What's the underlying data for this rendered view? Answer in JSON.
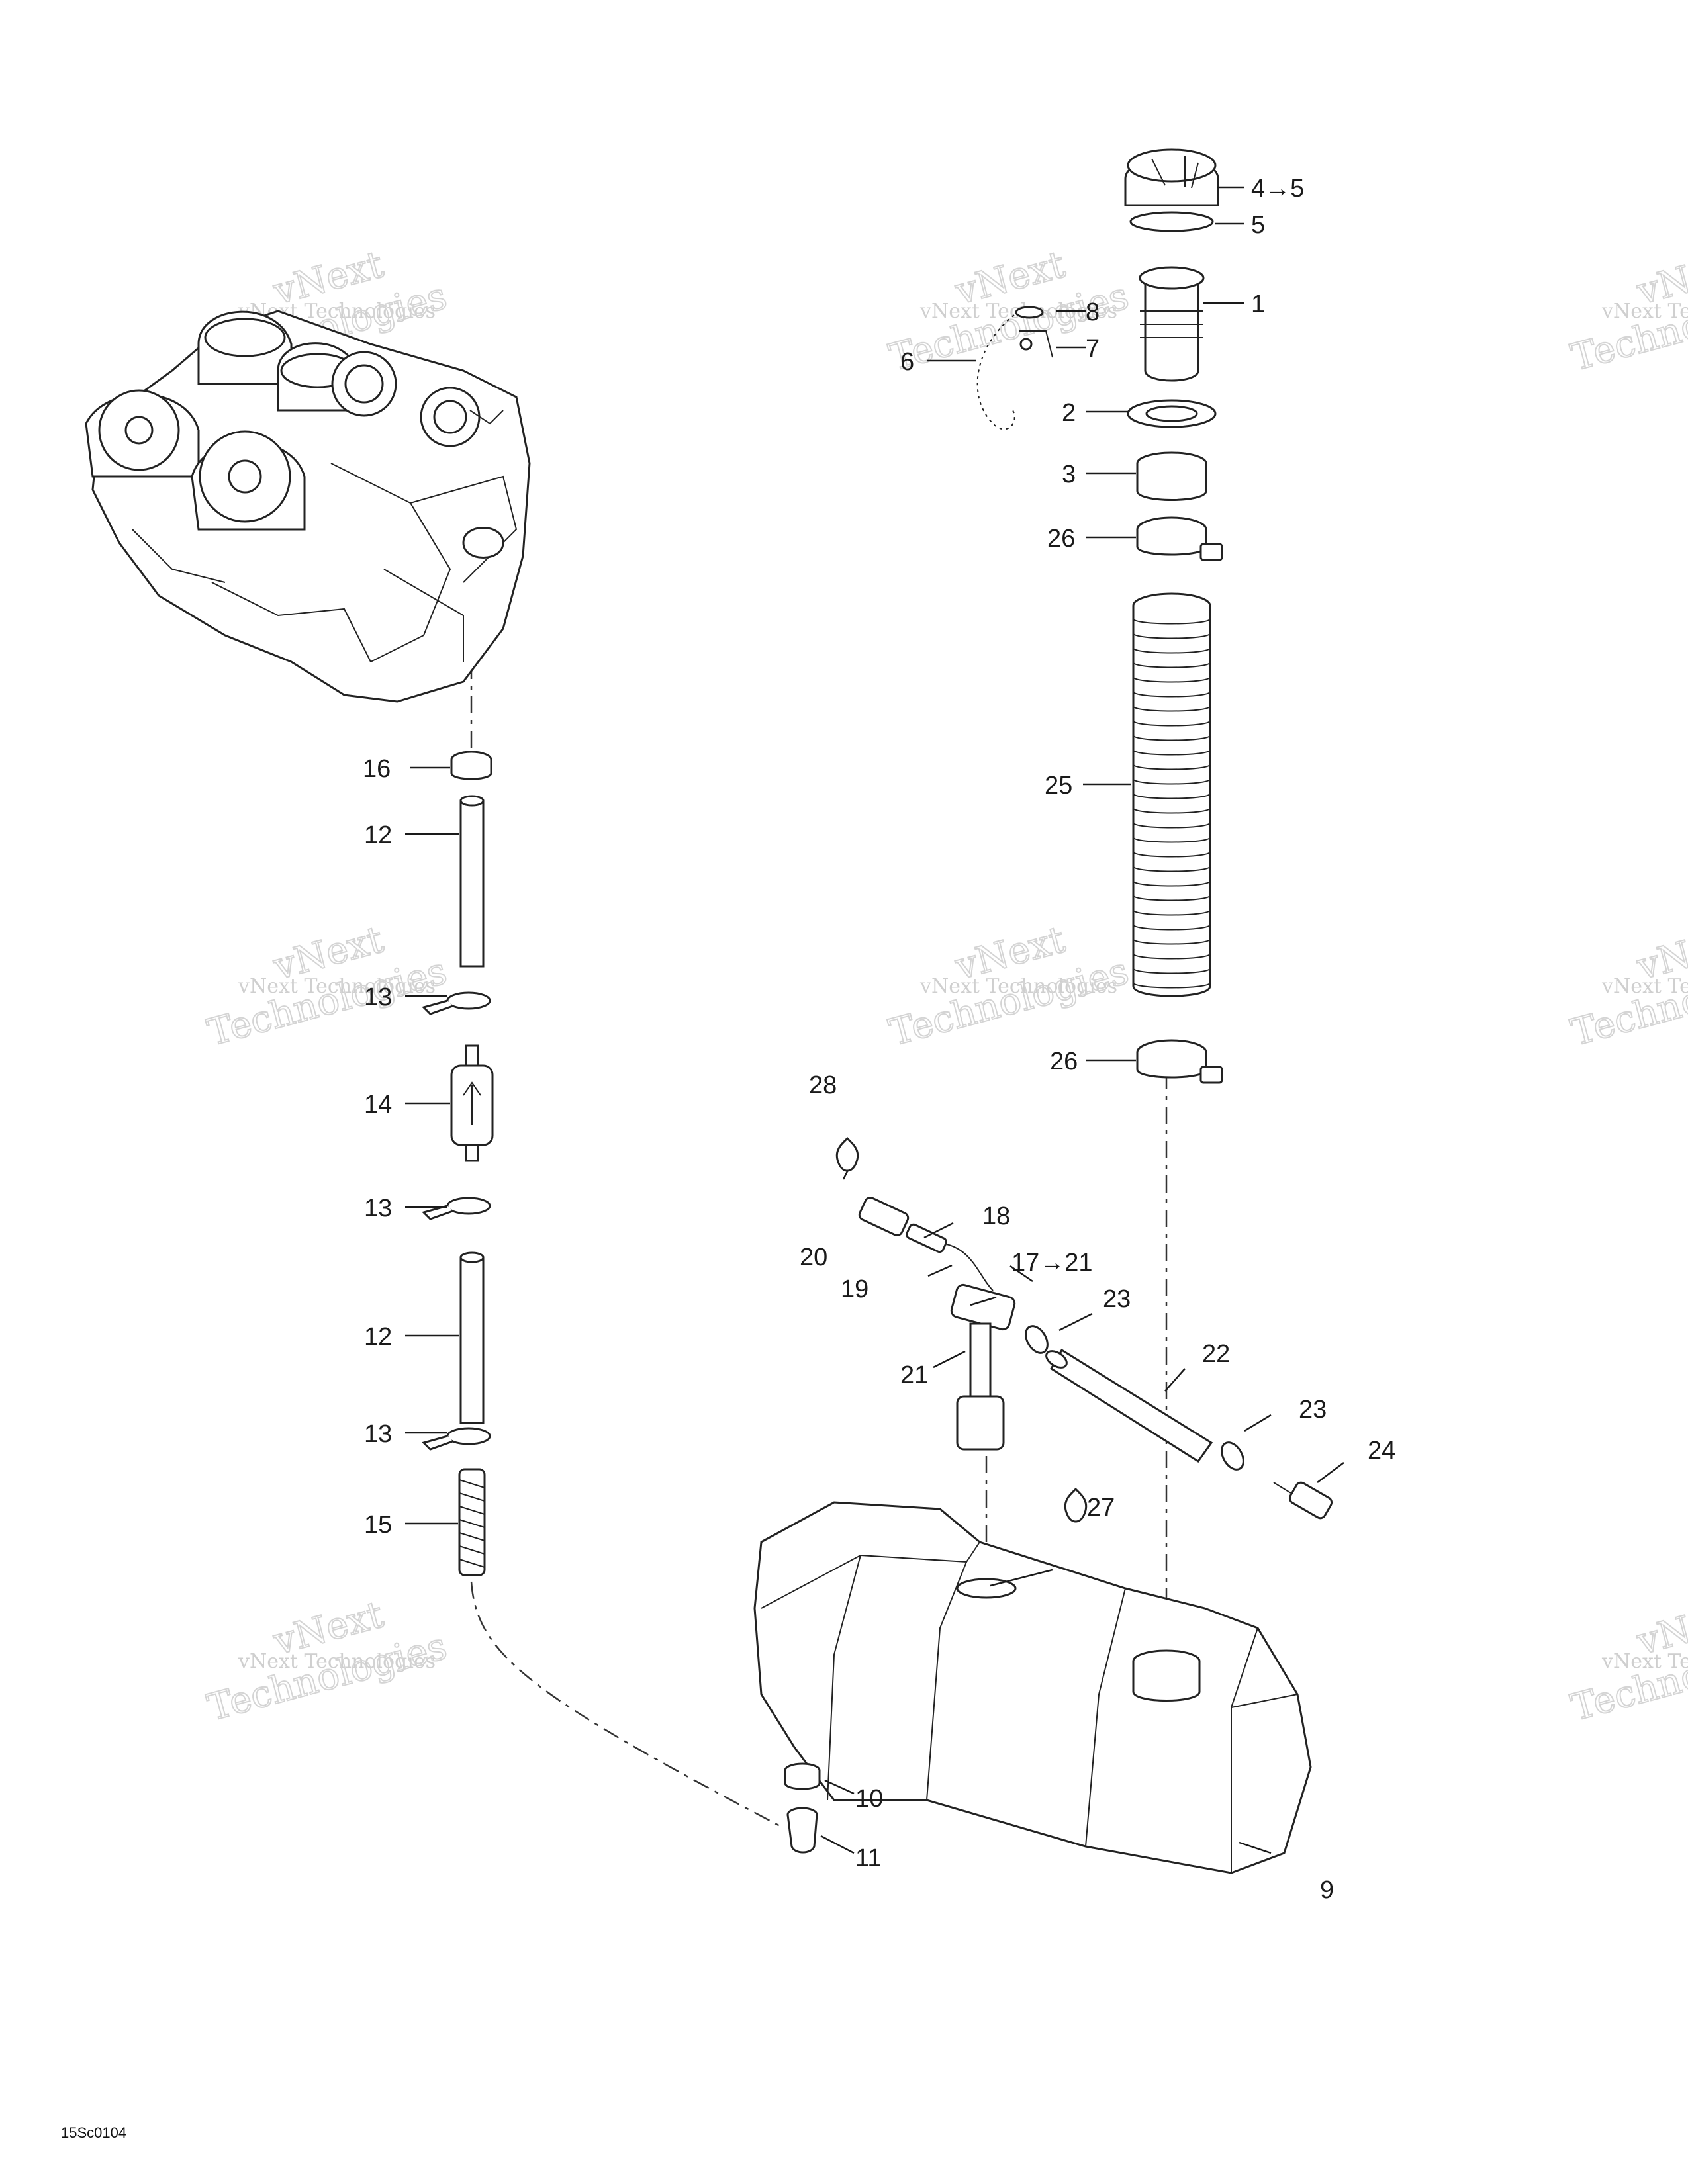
{
  "callouts": {
    "c1": "1",
    "c2": "2",
    "c3": "3",
    "c4to5": "4→5",
    "c5": "5",
    "c6": "6",
    "c7": "7",
    "c8": "8",
    "c9": "9",
    "c10": "10",
    "c11": "11",
    "c12a": "12",
    "c12b": "12",
    "c13a": "13",
    "c13b": "13",
    "c13c": "13",
    "c14": "14",
    "c15": "15",
    "c16": "16",
    "c17to21": "17→21",
    "c18": "18",
    "c19": "19",
    "c20": "20",
    "c21": "21",
    "c22": "22",
    "c23a": "23",
    "c23b": "23",
    "c24": "24",
    "c25": "25",
    "c26a": "26",
    "c26b": "26",
    "c27": "27",
    "c28": "28"
  },
  "watermark": {
    "line1": "vNext Technologies",
    "line2": "vNext",
    "line3": "Technologies"
  },
  "drawing_code": "15Sc0104"
}
